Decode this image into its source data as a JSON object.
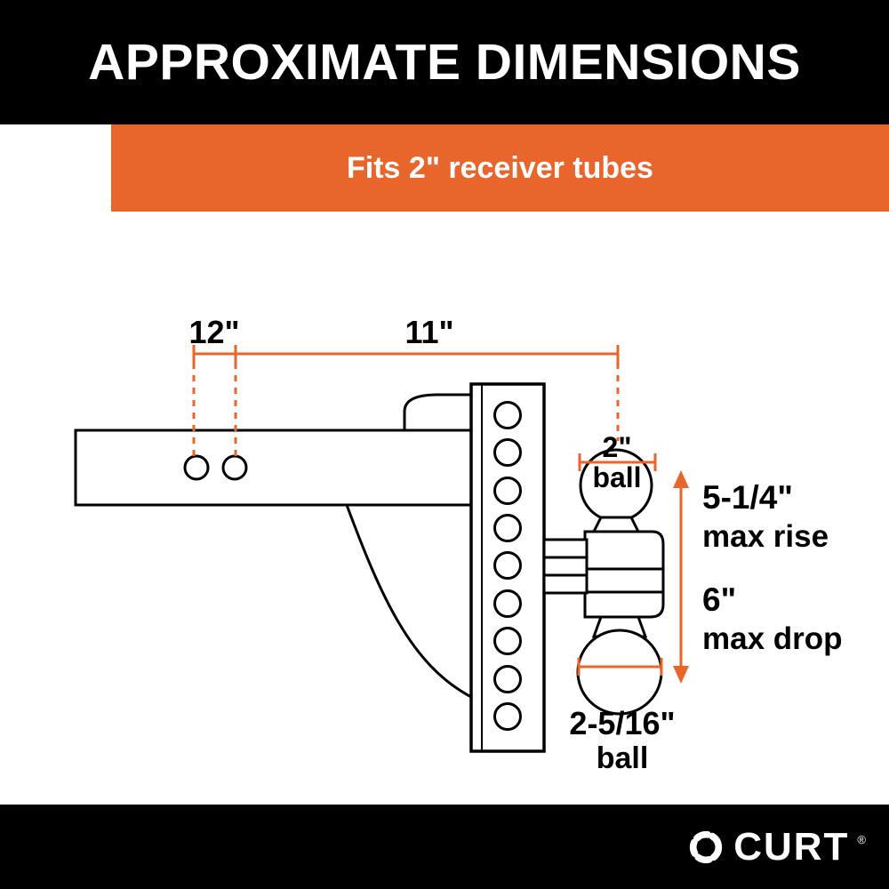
{
  "header": {
    "title": "APPROXIMATE DIMENSIONS"
  },
  "banner": {
    "text": "Fits 2\" receiver tubes"
  },
  "diagram": {
    "dim_shank": "12\"",
    "dim_span": "11\"",
    "ball_top_size": "2\"",
    "ball_top_label": "ball",
    "max_rise_value": "5-1/4\"",
    "max_rise_label": "max rise",
    "max_drop_value": "6\"",
    "max_drop_label": "max drop",
    "ball_bottom_size": "2-5/16\"",
    "ball_bottom_label": "ball"
  },
  "footer": {
    "brand": "CURT",
    "reg": "®"
  },
  "colors": {
    "accent_orange": "#E8652B",
    "line_black": "#000000",
    "text_white": "#FFFFFF"
  }
}
